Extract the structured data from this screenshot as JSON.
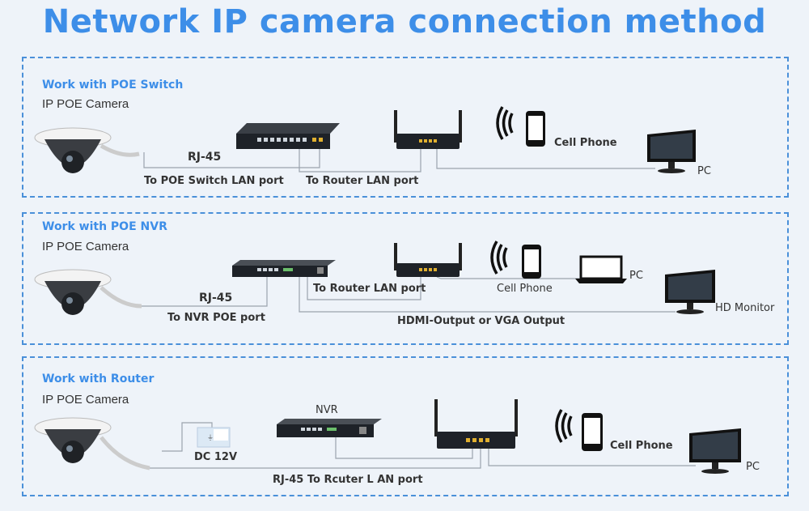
{
  "title": "Network IP camera connection method",
  "colors": {
    "accent": "#3d8ee8",
    "border": "#4a90d9",
    "background": "#eef3f9"
  },
  "panels": [
    {
      "heading": "Work with POE Switch",
      "subtitle": "IP POE Camera",
      "labels": {
        "cable": "RJ-45",
        "switch_port": "To POE Switch LAN port",
        "router_port": "To Router LAN port",
        "phone": "Cell Phone",
        "pc": "PC"
      }
    },
    {
      "heading": "Work with POE NVR",
      "subtitle": "IP POE Camera",
      "labels": {
        "cable": "RJ-45",
        "nvr_port": "To NVR POE port",
        "router_port": "To Router LAN port",
        "phone": "Cell Phone",
        "pc": "PC",
        "video_out": "HDMI-Output or VGA Output",
        "monitor": "HD Monitor"
      }
    },
    {
      "heading": "Work with Router",
      "subtitle": "IP POE Camera",
      "labels": {
        "power": "DC 12V",
        "nvr": "NVR",
        "router_port": "RJ-45 To Rcuter L AN port",
        "phone": "Cell Phone",
        "pc": "PC"
      }
    }
  ]
}
